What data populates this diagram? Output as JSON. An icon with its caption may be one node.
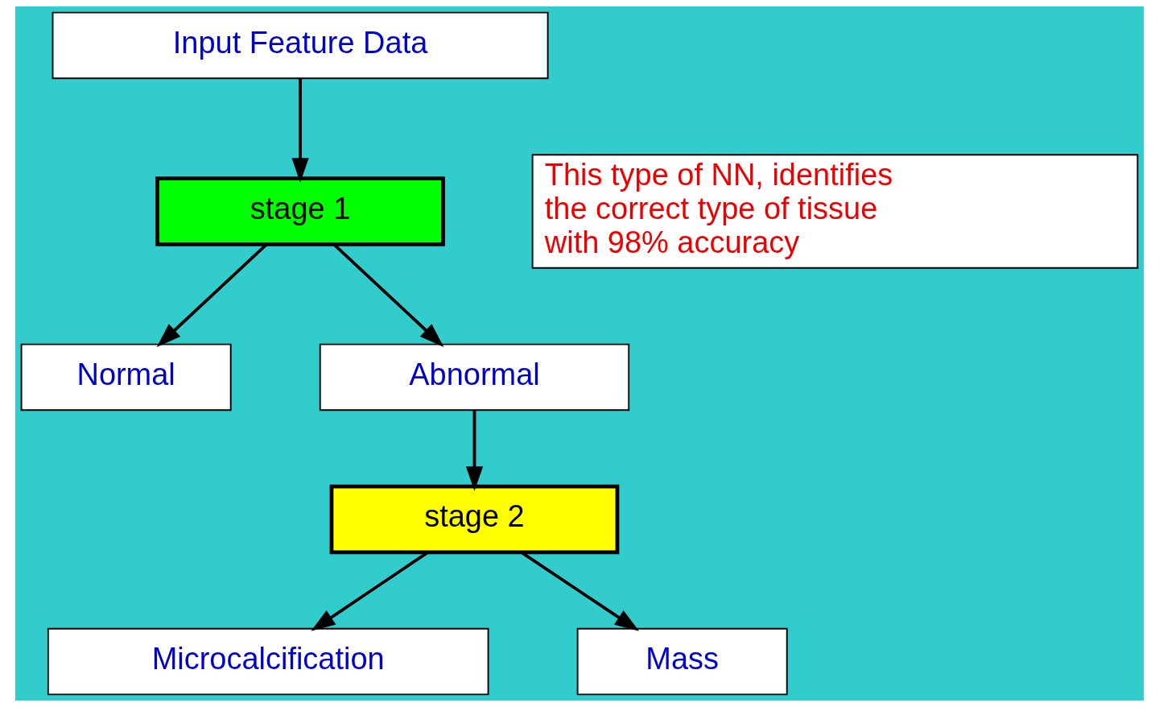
{
  "diagram": {
    "nodes": [
      {
        "text": [
          "Input Feature Data"
        ]
      },
      {
        "text": [
          "stage 1"
        ]
      },
      {
        "text": [
          "Normal"
        ]
      },
      {
        "text": [
          "Abnormal"
        ]
      },
      {
        "text": [
          "stage 2"
        ]
      },
      {
        "text": [
          "Microcalcification"
        ]
      },
      {
        "text": [
          "Mass"
        ]
      },
      {
        "text": [
          "This type of NN, identifies the correct type of tissue with 98% accuracy"
        ]
      }
    ],
    "edges": [
      {
        "from": 0,
        "to": 1,
        "arrow": "to"
      },
      {
        "from": 1,
        "to": 2,
        "arrow": "to"
      },
      {
        "from": 1,
        "to": 3,
        "arrow": "to"
      },
      {
        "from": 3,
        "to": 4,
        "arrow": "to"
      },
      {
        "from": 4,
        "to": 5,
        "arrow": "to"
      },
      {
        "from": 4,
        "to": 6,
        "arrow": "to"
      }
    ]
  }
}
